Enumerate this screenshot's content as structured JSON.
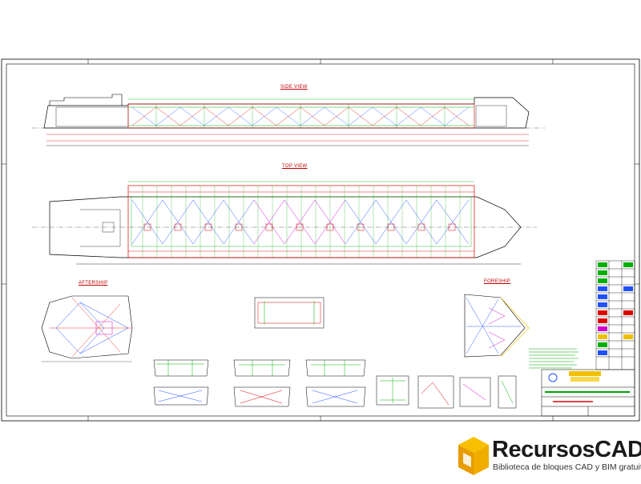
{
  "drawing": {
    "views": {
      "side": "SIDE VIEW",
      "top": "TOP VIEW",
      "aft": "AFTERSHIP",
      "fore": "FORESHIP"
    },
    "colors": {
      "frame": "#000000",
      "hull": "#000000",
      "truss_red": "#e00000",
      "truss_green": "#00b000",
      "truss_blue": "#2050ff",
      "truss_magenta": "#d000d0",
      "deck_line": "#00a000",
      "accent_yellow": "#f0c000"
    }
  },
  "watermark": {
    "brand_prefix": "Recursos",
    "brand_suffix": "CAD",
    "tagline": "Biblioteca de bloques CAD y BIM gratuita",
    "colors": {
      "cube_top": "#f8c000",
      "cube_left": "#e89b00",
      "cube_right": "#f0ad00",
      "text": "#1a1a1a"
    }
  }
}
